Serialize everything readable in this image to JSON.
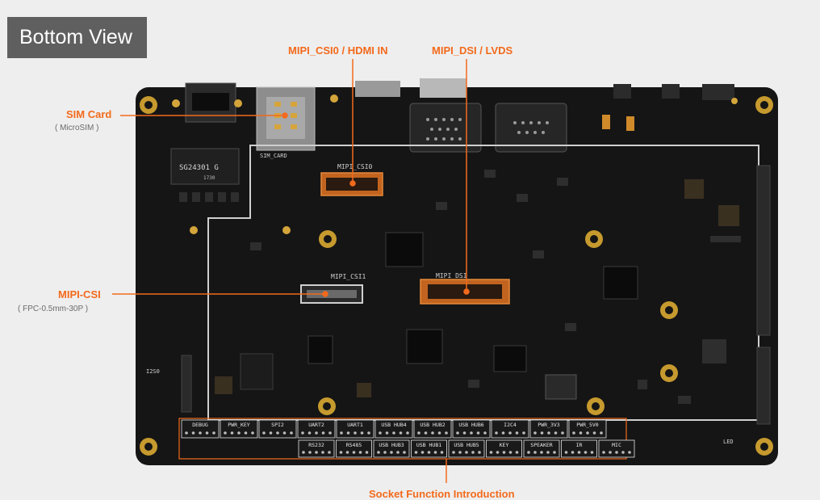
{
  "title": "Bottom View",
  "callouts": {
    "sim_card": {
      "label": "SIM Card",
      "sub": "( MicroSIM )"
    },
    "mipi_csi0": {
      "label": "MIPI_CSI0 / HDMI IN"
    },
    "mipi_dsi": {
      "label": "MIPI_DSI / LVDS"
    },
    "mipi_csi": {
      "label": "MIPI-CSI",
      "sub": "( FPC-0.5mm-30P )"
    },
    "socket_intro": {
      "label": "Socket Function Introduction"
    }
  },
  "board_silk": {
    "sim_card": "SIM_CARD",
    "mipi_csi0": "MIPI_CSI0",
    "mipi_csi1": "MIPI_CSI1",
    "mipi_dsi": "MIPI_DSI",
    "transformer": "SG24301 G",
    "transformer_code": "1730",
    "i2s": "I2S0",
    "led": "LED"
  },
  "sockets_top": [
    "DEBUG",
    "PWR_KEY",
    "SPI2",
    "UART2",
    "UART1",
    "USB HUB4",
    "USB HUB2",
    "USB HUB6",
    "I2C4",
    "PWR_3V3",
    "PWR_5V0"
  ],
  "sockets_bottom": [
    "RS232",
    "RS485",
    "USB HUB3",
    "USB HUB1",
    "USB HUB5",
    "KEY",
    "SPEAKER",
    "IR",
    "MIC"
  ],
  "colors": {
    "accent": "#f36a1c",
    "board": "#151515",
    "title_bg": "#5f5f5f",
    "background": "#eeeeee"
  }
}
